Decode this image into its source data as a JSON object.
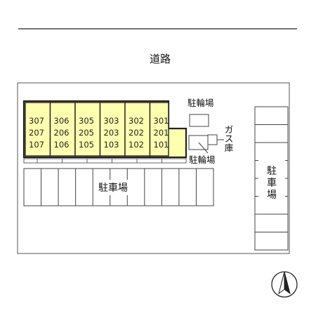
{
  "road": {
    "label": "道路"
  },
  "building": {
    "columns": [
      {
        "rooms": [
          "307",
          "207",
          "107"
        ]
      },
      {
        "rooms": [
          "306",
          "206",
          "106"
        ]
      },
      {
        "rooms": [
          "305",
          "205",
          "105"
        ]
      },
      {
        "rooms": [
          "303",
          "203",
          "103"
        ]
      },
      {
        "rooms": [
          "302",
          "202",
          "102"
        ]
      },
      {
        "rooms": [
          "301",
          "201",
          "101"
        ]
      }
    ],
    "fill_color": "#ffffb0"
  },
  "bike_parking_top": {
    "label": "駐輪場"
  },
  "bike_parking_bottom": {
    "label": "駐輪場"
  },
  "gas_storage": {
    "label": "ガス庫"
  },
  "parking_main": {
    "label": "駐車場"
  },
  "parking_right": {
    "label": "駐車場"
  },
  "north_arrow": {
    "icon": "north-arrow-icon"
  }
}
